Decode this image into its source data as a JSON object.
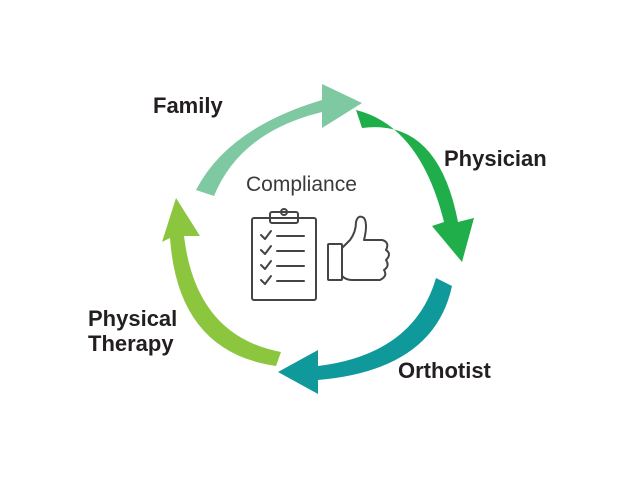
{
  "diagram": {
    "center_title": "Compliance",
    "icons": [
      "clipboard-checklist-icon",
      "thumbs-up-icon"
    ],
    "stages": [
      {
        "label": "Family",
        "color": "#7ec8a2"
      },
      {
        "label": "Physician",
        "color": "#1fae4a"
      },
      {
        "label": "Orthotist",
        "color": "#10999a"
      },
      {
        "label": "Physical Therapy",
        "color": "#8cc63f"
      }
    ],
    "label_color": "#231f20",
    "icon_stroke": "#444444"
  }
}
